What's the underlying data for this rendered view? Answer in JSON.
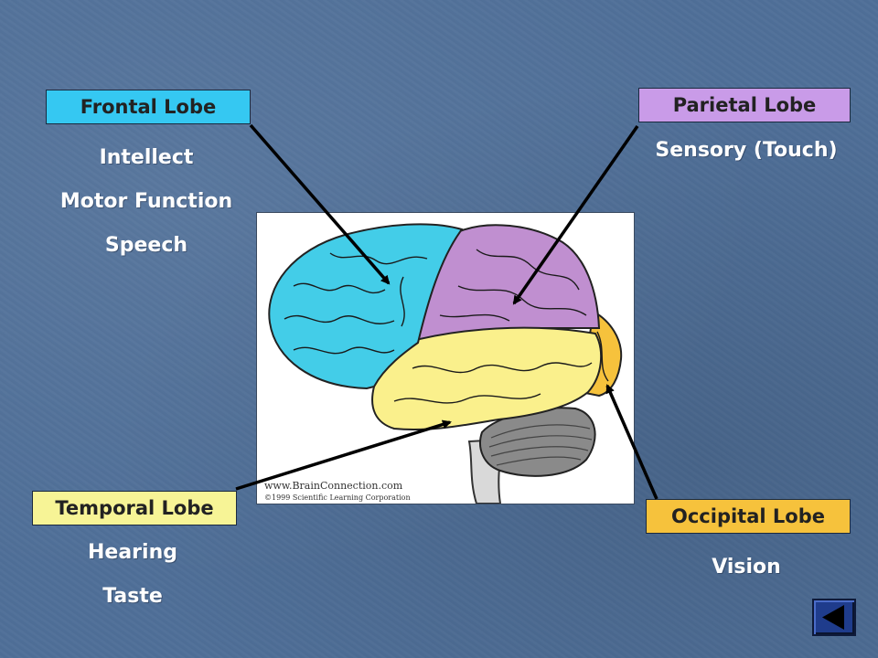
{
  "labels": {
    "frontal": {
      "title": "Frontal Lobe",
      "functions": [
        "Intellect",
        "Motor Function",
        "Speech"
      ],
      "color": "#35c8f2"
    },
    "parietal": {
      "title": "Parietal Lobe",
      "functions": [
        "Sensory (Touch)"
      ],
      "color": "#c99be8"
    },
    "temporal": {
      "title": "Temporal Lobe",
      "functions": [
        "Hearing",
        "Taste"
      ],
      "color": "#f7f496"
    },
    "occipital": {
      "title": "Occipital Lobe",
      "functions": [
        "Vision"
      ],
      "color": "#f6c23c"
    }
  },
  "image": {
    "watermark_line1": "www.BrainConnection.com",
    "watermark_line2": "©1999 Scientific Learning Corporation"
  },
  "navigation": {
    "back_icon": "back-triangle-icon"
  }
}
